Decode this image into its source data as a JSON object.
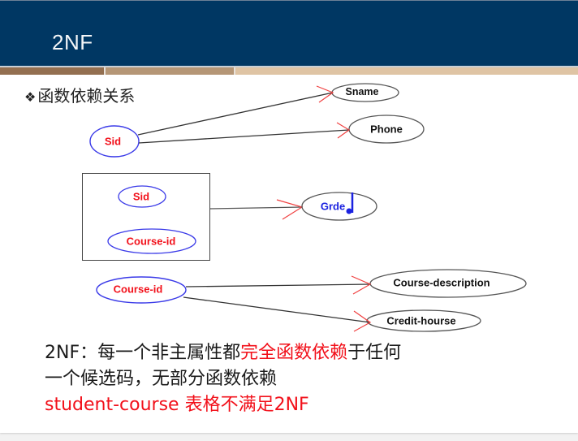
{
  "header": {
    "title": "2NF",
    "colors": {
      "background": "#003763",
      "band1": "#936f50",
      "band2": "#b59676",
      "band3": "#dfc4a4"
    }
  },
  "bullet": {
    "icon": "❖",
    "text": "函数依赖关系"
  },
  "diagram": {
    "nodes": {
      "sid_top": "Sid",
      "sname": "Sname",
      "phone": "Phone",
      "sid_box": "Sid",
      "course_id_box": "Course-id",
      "grade": "Grde",
      "course_id_bottom": "Course-id",
      "course_description": "Course-description",
      "credit_hourse": "Credit-hourse"
    },
    "edges": [
      {
        "from": "Sid",
        "to": "Sname"
      },
      {
        "from": "Sid",
        "to": "Phone"
      },
      {
        "from": "(Sid, Course-id)",
        "to": "Grde"
      },
      {
        "from": "Course-id",
        "to": "Course-description"
      },
      {
        "from": "Course-id",
        "to": "Credit-hourse"
      }
    ],
    "colors": {
      "key_outline": "#3a3ae8",
      "key_text": "#f2101a",
      "attr_outline": "#555555",
      "arrow_head": "#f04040",
      "grade_text": "#1b22e0"
    }
  },
  "definition": {
    "line1_prefix": "2NF",
    "line1_colon": "：",
    "line1_a": "每一个非主属性都",
    "line1_highlight": "完全函数依赖",
    "line1_b": "于任何",
    "line2": "一个候选码，无部分函数依赖",
    "line3_latin": "student-course",
    "line3_cn": " 表格不满足",
    "line3_tail": "2NF"
  }
}
